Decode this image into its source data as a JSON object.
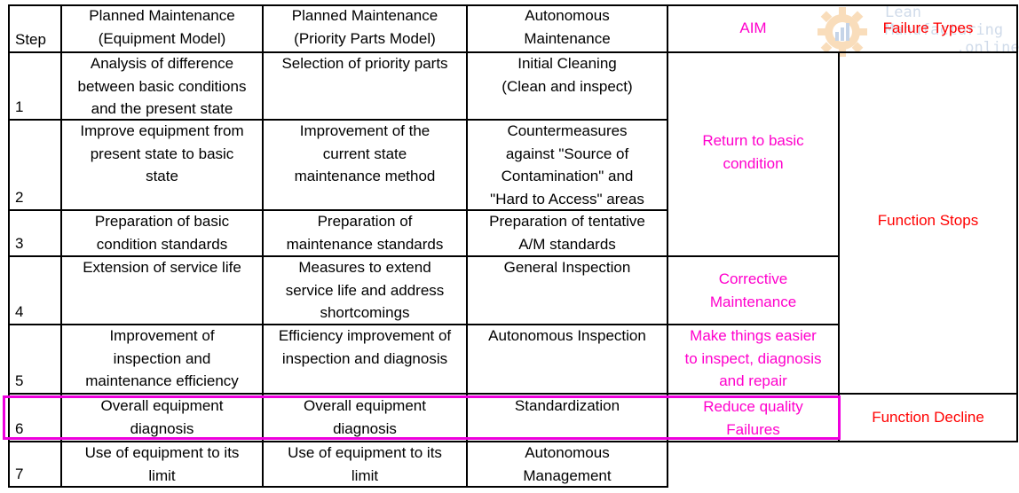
{
  "header": {
    "step": "Step",
    "col_equipment": "Planned Maintenance\n(Equipment Model)",
    "col_parts": "Planned Maintenance\n(Priority Parts Model)",
    "col_autonomous": "Autonomous\nMaintenance",
    "col_aim": "AIM",
    "col_failure": "Failure Types"
  },
  "rows": [
    {
      "step": "1",
      "equipment": "Analysis of difference\nbetween basic conditions\nand the present state",
      "parts": "Selection of priority parts",
      "autonomous": "Initial Cleaning\n(Clean and inspect)"
    },
    {
      "step": "2",
      "equipment": "Improve equipment from\npresent state to basic\nstate",
      "parts": "Improvement of the\ncurrent state\nmaintenance method",
      "autonomous": "Countermeasures\nagainst \"Source of\nContamination\" and\n\"Hard to Access\" areas"
    },
    {
      "step": "3",
      "equipment": "Preparation of basic\ncondition standards",
      "parts": "Preparation of\nmaintenance standards",
      "autonomous": "Preparation of tentative\nA/M standards"
    },
    {
      "step": "4",
      "equipment": "Extension of service life",
      "parts": "Measures to extend\nservice life and address\nshortcomings",
      "autonomous": "General Inspection"
    },
    {
      "step": "5",
      "equipment": "Improvement of\ninspection and\nmaintenance efficiency",
      "parts": "Efficiency improvement of\ninspection and diagnosis",
      "autonomous": "Autonomous Inspection"
    },
    {
      "step": "6",
      "equipment": "Overall equipment\ndiagnosis",
      "parts": "Overall equipment\ndiagnosis",
      "autonomous": "Standardization"
    },
    {
      "step": "7",
      "equipment": "Use of equipment to its\nlimit",
      "parts": "Use of equipment to its\nlimit",
      "autonomous": "Autonomous\nManagement"
    }
  ],
  "aim": {
    "basic": "Return to basic\ncondition",
    "corrective": "Corrective\nMaintenance",
    "easier": "Make things easier\nto inspect, diagnosis\nand repair",
    "quality": "Reduce quality\nFailures"
  },
  "failure": {
    "stops": "Function Stops",
    "decline": "Function Decline"
  },
  "logo": {
    "line1": "Lean",
    "line2": "Manufacturing",
    "line3": ".online"
  },
  "colors": {
    "aim_text": "#ff00cc",
    "failure_text": "#ff0000",
    "highlight": "#ee00dd"
  }
}
